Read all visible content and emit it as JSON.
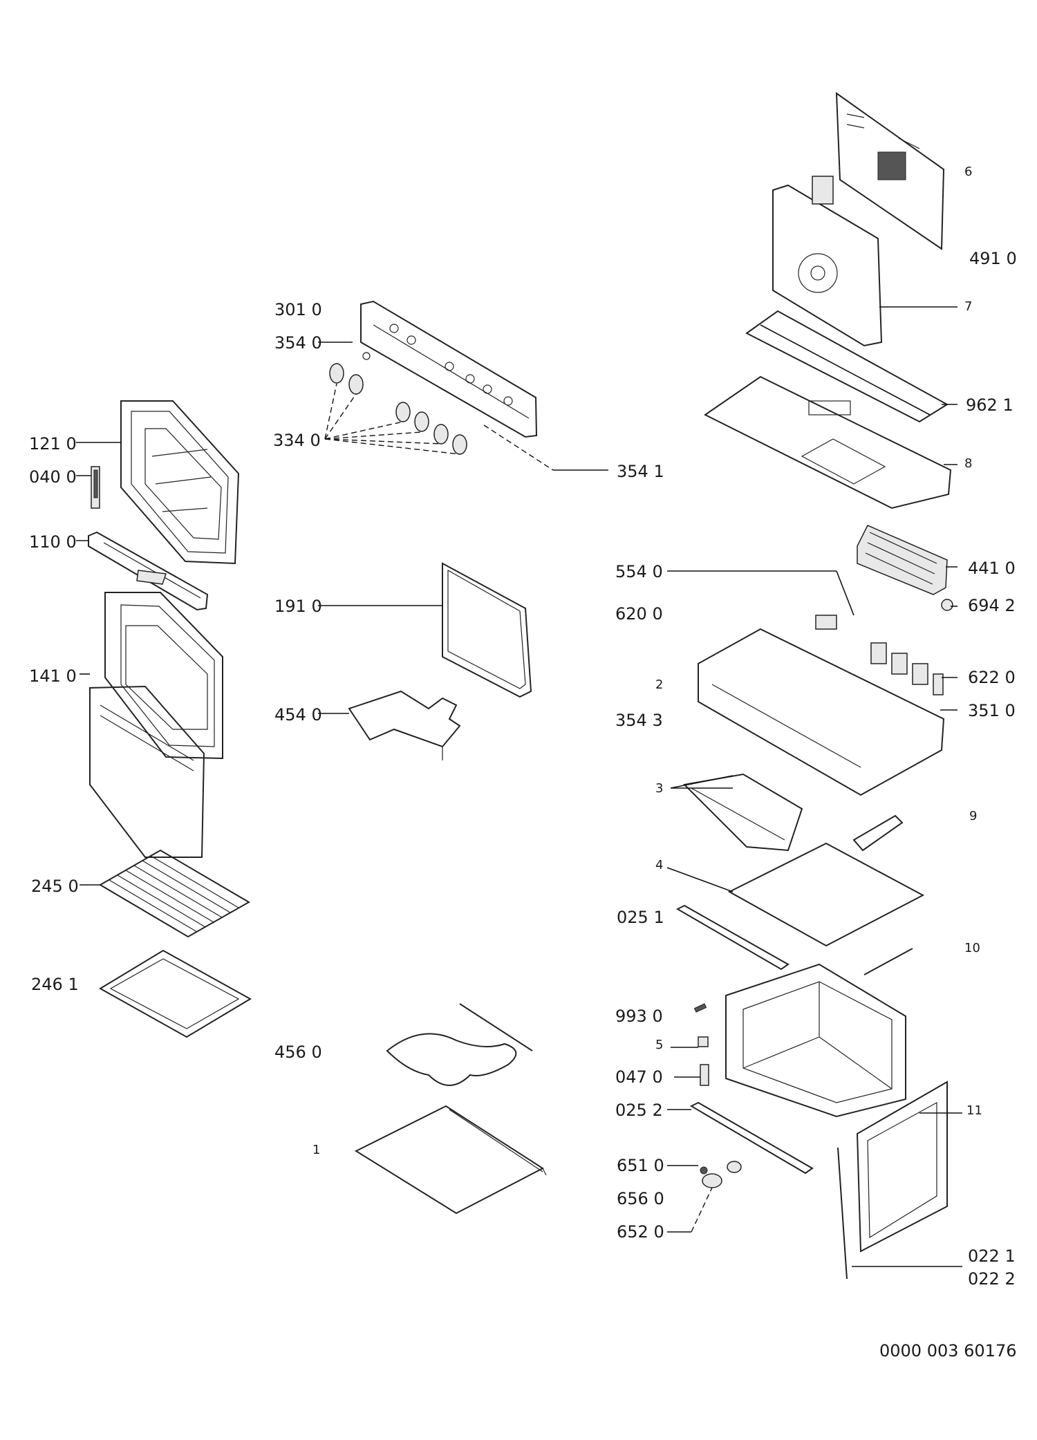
{
  "diagram": {
    "document_ref": "0000 003 60176",
    "labels": [
      {
        "id": "l1210",
        "text": "121 0"
      },
      {
        "id": "l0400",
        "text": "040 0"
      },
      {
        "id": "l1100",
        "text": "110 0"
      },
      {
        "id": "l1410",
        "text": "141 0"
      },
      {
        "id": "l2450",
        "text": "245 0"
      },
      {
        "id": "l2461",
        "text": "246 1"
      },
      {
        "id": "l3010",
        "text": "301 0"
      },
      {
        "id": "l3540",
        "text": "354 0"
      },
      {
        "id": "l3340",
        "text": "334 0"
      },
      {
        "id": "l3541",
        "text": "354 1"
      },
      {
        "id": "l1910",
        "text": "191 0"
      },
      {
        "id": "l4540",
        "text": "454 0"
      },
      {
        "id": "l4560",
        "text": "456 0"
      },
      {
        "id": "l1",
        "text": "1"
      },
      {
        "id": "l6",
        "text": "6"
      },
      {
        "id": "l4910",
        "text": "491 0"
      },
      {
        "id": "l7",
        "text": "7"
      },
      {
        "id": "l9621",
        "text": "962 1"
      },
      {
        "id": "l8",
        "text": "8"
      },
      {
        "id": "l4410",
        "text": "441 0"
      },
      {
        "id": "l6942",
        "text": "694 2"
      },
      {
        "id": "l5540",
        "text": "554 0"
      },
      {
        "id": "l6200",
        "text": "620 0"
      },
      {
        "id": "l6220",
        "text": "622 0"
      },
      {
        "id": "l2",
        "text": "2"
      },
      {
        "id": "l3543",
        "text": "354 3"
      },
      {
        "id": "l3510",
        "text": "351 0"
      },
      {
        "id": "l3",
        "text": "3"
      },
      {
        "id": "l9",
        "text": "9"
      },
      {
        "id": "l4",
        "text": "4"
      },
      {
        "id": "l0251",
        "text": "025 1"
      },
      {
        "id": "l10",
        "text": "10"
      },
      {
        "id": "l9930",
        "text": "993 0"
      },
      {
        "id": "l5",
        "text": "5"
      },
      {
        "id": "l0470",
        "text": "047 0"
      },
      {
        "id": "l0252",
        "text": "025 2"
      },
      {
        "id": "l11",
        "text": "11"
      },
      {
        "id": "l6510",
        "text": "651 0"
      },
      {
        "id": "l6560",
        "text": "656 0"
      },
      {
        "id": "l6520",
        "text": "652 0"
      },
      {
        "id": "l0221",
        "text": "022 1"
      },
      {
        "id": "l0222",
        "text": "022 2"
      }
    ]
  }
}
